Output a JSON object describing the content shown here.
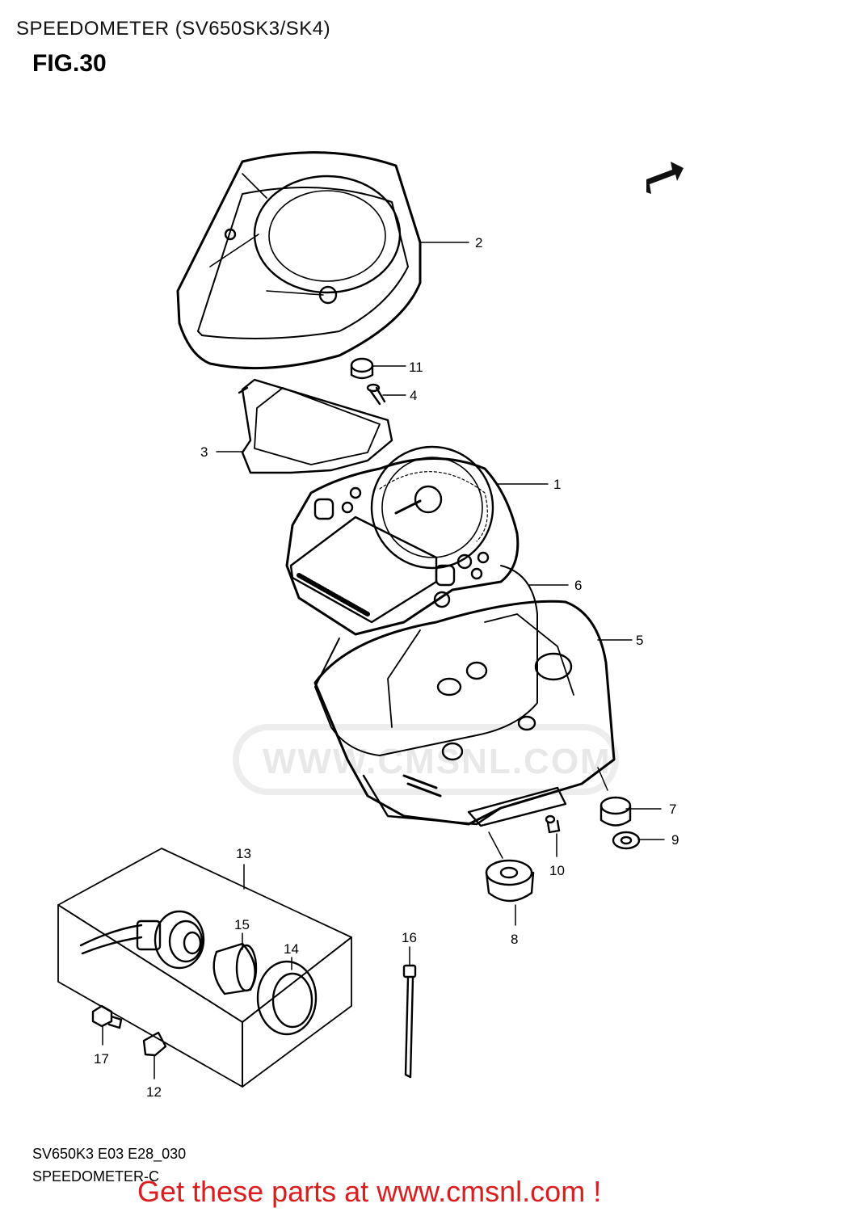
{
  "header": {
    "title": "SPEEDOMETER (SV650SK3/SK4)",
    "figure": "FIG.30"
  },
  "fwd_badge": "FWD",
  "callouts": [
    {
      "id": "1",
      "label": "1"
    },
    {
      "id": "2",
      "label": "2"
    },
    {
      "id": "3",
      "label": "3"
    },
    {
      "id": "4",
      "label": "4"
    },
    {
      "id": "5",
      "label": "5"
    },
    {
      "id": "6",
      "label": "6"
    },
    {
      "id": "7",
      "label": "7"
    },
    {
      "id": "8",
      "label": "8"
    },
    {
      "id": "9",
      "label": "9"
    },
    {
      "id": "10",
      "label": "10"
    },
    {
      "id": "11",
      "label": "11"
    },
    {
      "id": "12",
      "label": "12"
    },
    {
      "id": "13",
      "label": "13"
    },
    {
      "id": "14",
      "label": "14"
    },
    {
      "id": "15",
      "label": "15"
    },
    {
      "id": "16",
      "label": "16"
    },
    {
      "id": "17",
      "label": "17"
    }
  ],
  "watermark": "WWW.CMSNL.COM",
  "footer": {
    "code": "SV650K3 E03 E28_030",
    "name": "SPEEDOMETER-C",
    "promo": "Get these parts at www.cmsnl.com !"
  }
}
